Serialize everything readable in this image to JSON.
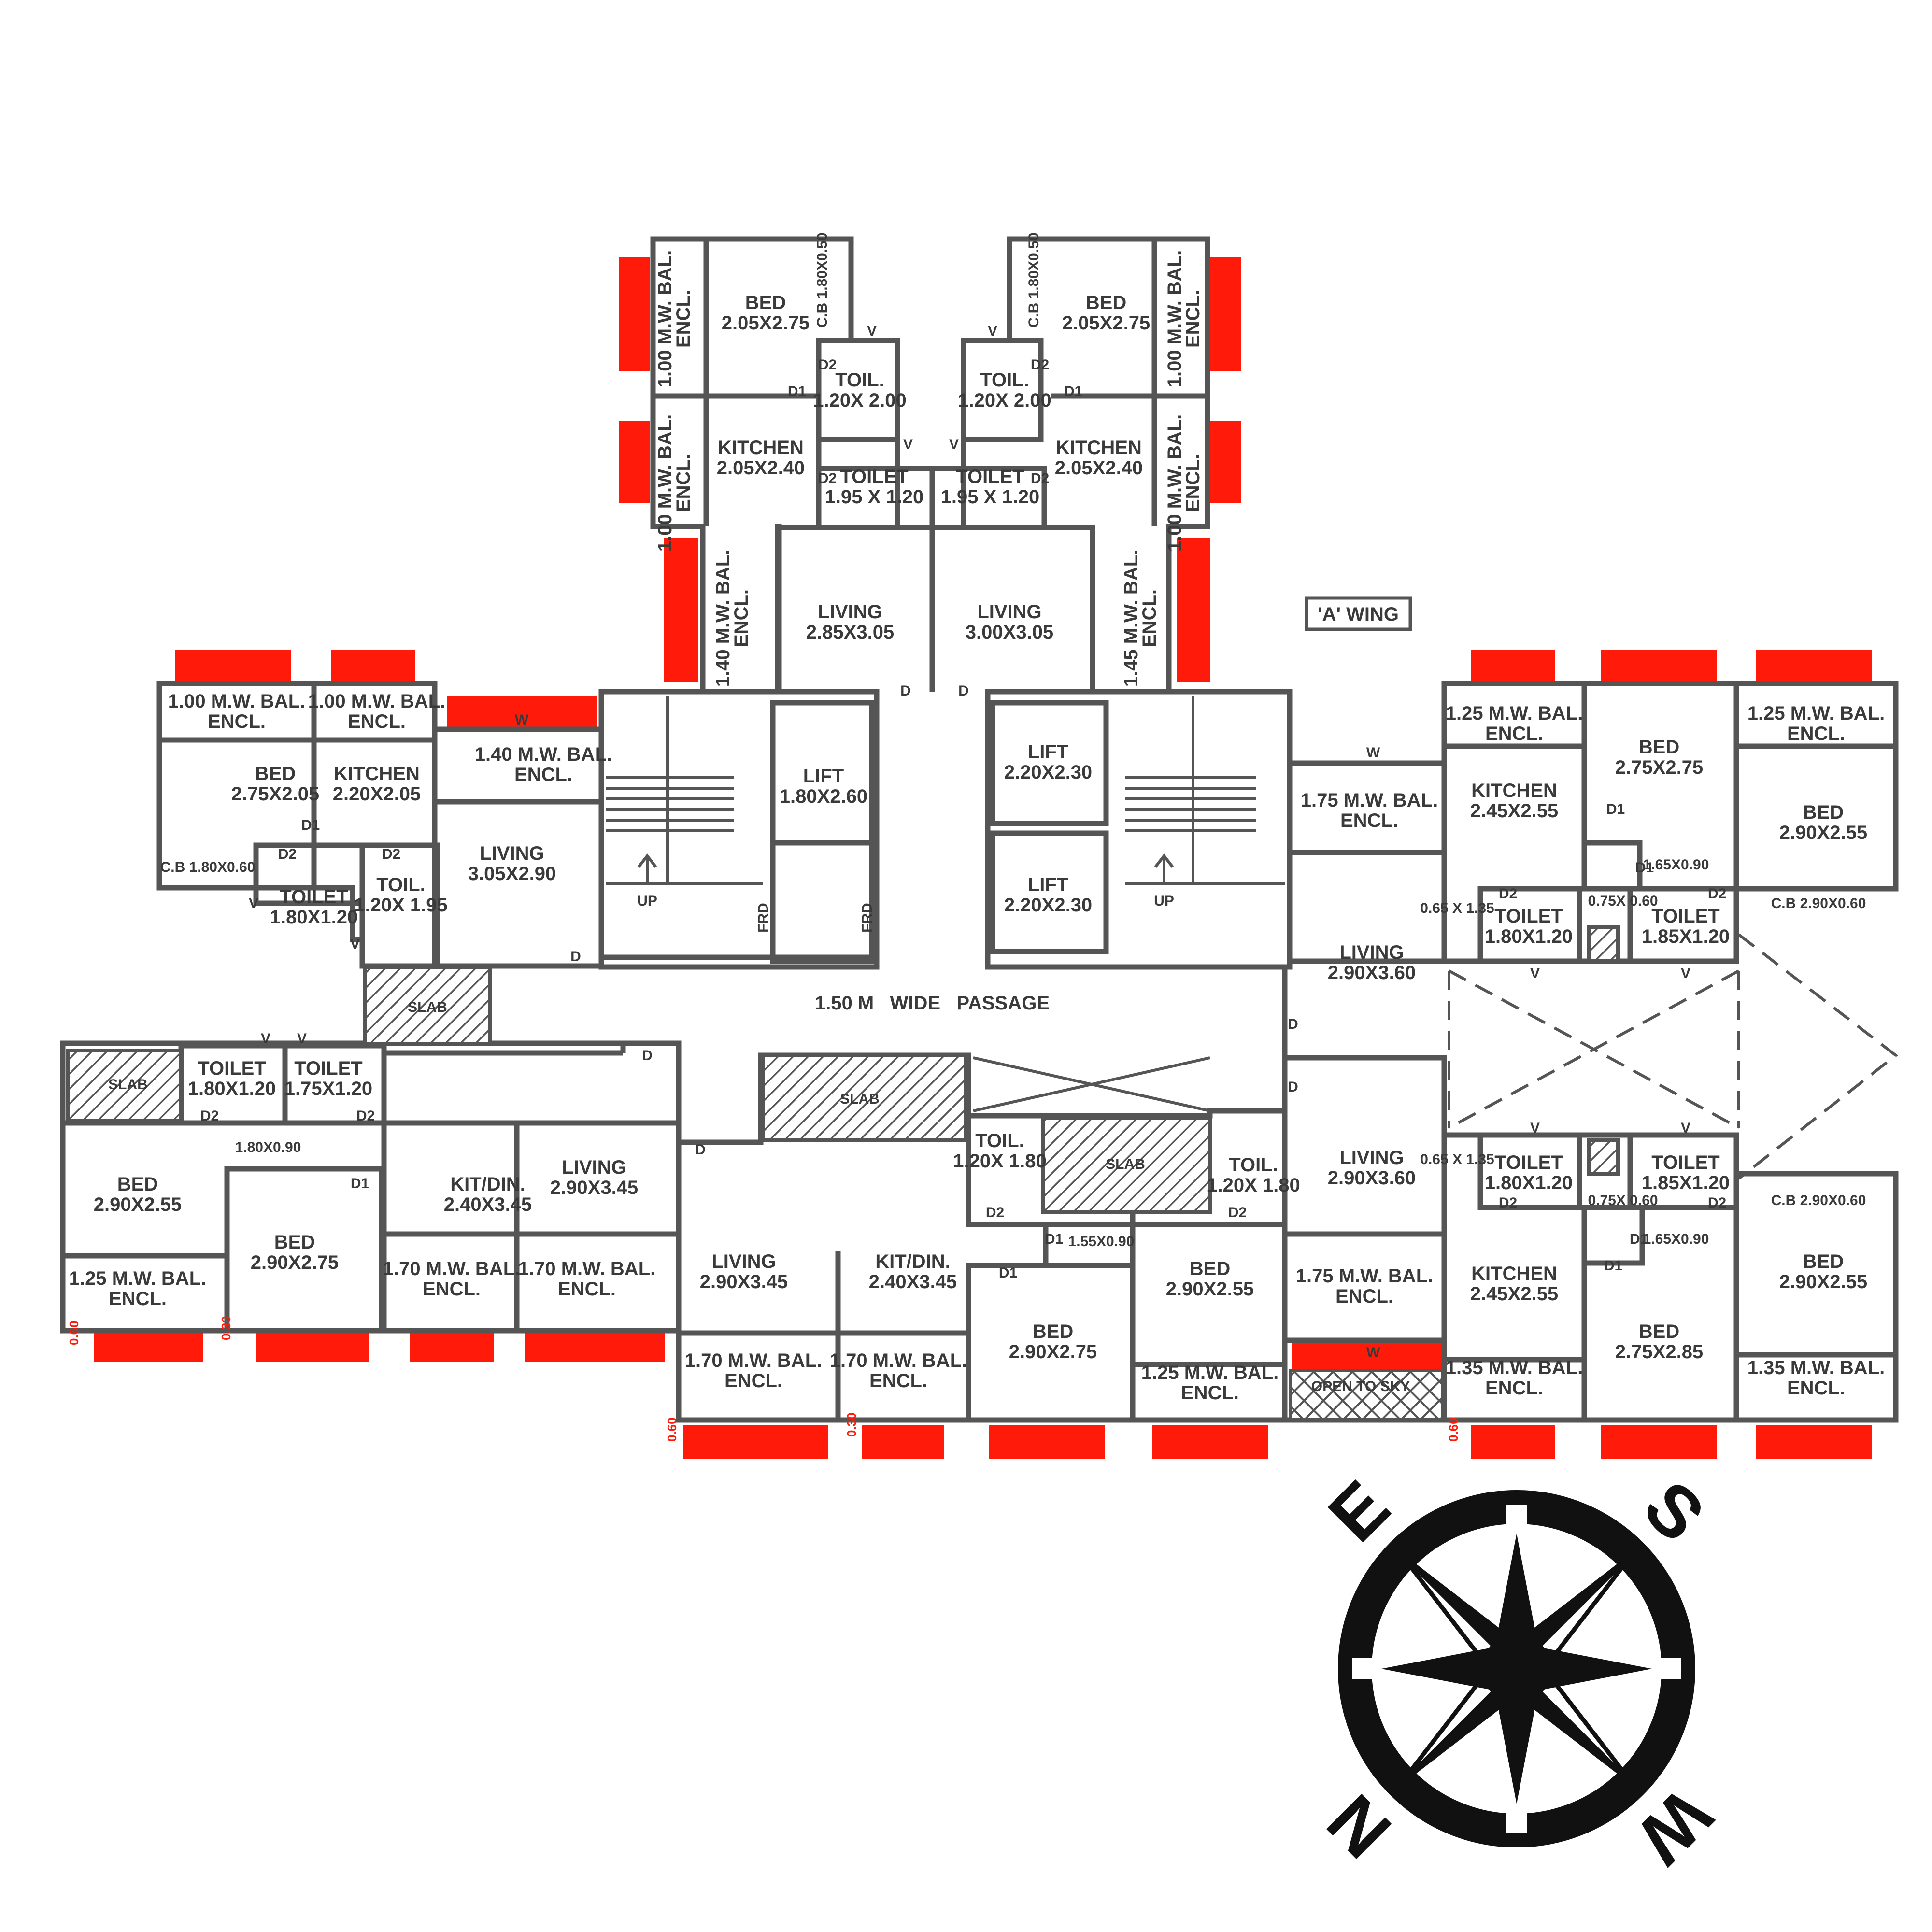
{
  "wing_title": "'A' WING",
  "passage_label": "1.50 M   WIDE   PASSAGE",
  "colors": {
    "walls": "#555555",
    "windows": "#ff1a0a",
    "background": "#ffffff",
    "compass": "#111111"
  },
  "compass": {
    "e": "E",
    "s": "S",
    "n": "N",
    "w": "W"
  },
  "rooms": [
    {
      "name": "BED",
      "dim": "2.05X2.75"
    },
    {
      "name": "BED",
      "dim": "2.05X2.75"
    },
    {
      "name": "TOIL.",
      "dim": "1.20X 2.00"
    },
    {
      "name": "TOIL.",
      "dim": "1.20X 2.00"
    },
    {
      "name": "KITCHEN",
      "dim": "2.05X2.40"
    },
    {
      "name": "KITCHEN",
      "dim": "2.05X2.40"
    },
    {
      "name": "TOILET",
      "dim": "1.95 X 1.20"
    },
    {
      "name": "TOILET",
      "dim": "1.95 X 1.20"
    },
    {
      "name": "LIVING",
      "dim": "2.85X3.05"
    },
    {
      "name": "LIVING",
      "dim": "3.00X3.05"
    },
    {
      "name": "1.00 M.W. BAL.",
      "dim": "ENCL."
    },
    {
      "name": "1.00 M.W. BAL.",
      "dim": "ENCL."
    },
    {
      "name": "1.00 M.W. BAL.",
      "dim": "ENCL."
    },
    {
      "name": "1.00 M.W. BAL.",
      "dim": "ENCL."
    },
    {
      "name": "1.40 M.W. BAL.",
      "dim": "ENCL."
    },
    {
      "name": "1.45 M.W. BAL.",
      "dim": "ENCL."
    },
    {
      "name": "1.00 M.W. BAL.",
      "dim": "ENCL."
    },
    {
      "name": "1.00 M.W. BAL.",
      "dim": "ENCL."
    },
    {
      "name": "BED",
      "dim": "2.75X2.05"
    },
    {
      "name": "KITCHEN",
      "dim": "2.20X2.05"
    },
    {
      "name": "1.40 M.W. BAL.",
      "dim": "ENCL."
    },
    {
      "name": "TOILET",
      "dim": "1.80X1.20"
    },
    {
      "name": "TOIL.",
      "dim": "1.20X 1.95"
    },
    {
      "name": "LIVING",
      "dim": "3.05X2.90"
    },
    {
      "name": "LIFT",
      "dim": "1.80X2.60"
    },
    {
      "name": "LIFT",
      "dim": "2.20X2.30"
    },
    {
      "name": "LIFT",
      "dim": "2.20X2.30"
    },
    {
      "name": "1.75 M.W. BAL.",
      "dim": "ENCL."
    },
    {
      "name": "1.25 M.W. BAL.",
      "dim": "ENCL."
    },
    {
      "name": "KITCHEN",
      "dim": "2.45X2.55"
    },
    {
      "name": "BED",
      "dim": "2.75X2.75"
    },
    {
      "name": "1.25 M.W. BAL.",
      "dim": "ENCL."
    },
    {
      "name": "BED",
      "dim": "2.90X2.55"
    },
    {
      "name": "TOILET",
      "dim": "1.80X1.20"
    },
    {
      "name": "TOILET",
      "dim": "1.85X1.20"
    },
    {
      "name": "LIVING",
      "dim": "2.90X3.60"
    },
    {
      "name": "LIVING",
      "dim": "2.90X3.60"
    },
    {
      "name": "TOILET",
      "dim": "1.80X1.20"
    },
    {
      "name": "TOILET",
      "dim": "1.85X1.20"
    },
    {
      "name": "TOILET",
      "dim": "1.80X1.20"
    },
    {
      "name": "TOILET",
      "dim": "1.75X1.20"
    },
    {
      "name": "BED",
      "dim": "2.90X2.55"
    },
    {
      "name": "BED",
      "dim": "2.90X2.75"
    },
    {
      "name": "KIT/DIN.",
      "dim": "2.40X3.45"
    },
    {
      "name": "LIVING",
      "dim": "2.90X3.45"
    },
    {
      "name": "1.25 M.W. BAL.",
      "dim": "ENCL."
    },
    {
      "name": "1.70 M.W. BAL.",
      "dim": "ENCL."
    },
    {
      "name": "1.70 M.W. BAL.",
      "dim": "ENCL."
    },
    {
      "name": "LIVING",
      "dim": "2.90X3.45"
    },
    {
      "name": "KIT/DIN.",
      "dim": "2.40X3.45"
    },
    {
      "name": "TOIL.",
      "dim": "1.20X 1.80"
    },
    {
      "name": "TOIL.",
      "dim": "1.20X 1.80"
    },
    {
      "name": "BED",
      "dim": "2.90X2.75"
    },
    {
      "name": "BED",
      "dim": "2.90X2.55"
    },
    {
      "name": "1.70 M.W. BAL.",
      "dim": "ENCL."
    },
    {
      "name": "1.70 M.W. BAL.",
      "dim": "ENCL."
    },
    {
      "name": "1.25 M.W. BAL.",
      "dim": "ENCL."
    },
    {
      "name": "1.75 M.W. BAL.",
      "dim": "ENCL."
    },
    {
      "name": "KITCHEN",
      "dim": "2.45X2.55"
    },
    {
      "name": "BED",
      "dim": "2.75X2.85"
    },
    {
      "name": "BED",
      "dim": "2.90X2.55"
    },
    {
      "name": "1.35 M.W. BAL.",
      "dim": "ENCL."
    },
    {
      "name": "1.35 M.W. BAL.",
      "dim": "ENCL."
    }
  ],
  "small_labels": [
    "C.B 1.80X0.50",
    "C.B 1.80X0.50",
    "C.B 1.80X0.60",
    "C.B 2.90X0.60",
    "C.B 2.90X0.60",
    "1.65X0.90",
    "1.65X0.90",
    "1.80X0.90",
    "1.55X0.90",
    "0.65 X 1.35",
    "0.65 X 1.35",
    "0.75X 0.60",
    "0.75X 0.60",
    "SLAB",
    "SLAB",
    "SLAB",
    "SLAB",
    "OPEN TO SKY",
    "UP",
    "UP",
    "FRD",
    "FRD"
  ],
  "tags": {
    "d": "D",
    "d1": "D1",
    "d2": "D2",
    "v": "V",
    "w": "W"
  },
  "dims": {
    "a": "0.60",
    "b": "0.30"
  }
}
